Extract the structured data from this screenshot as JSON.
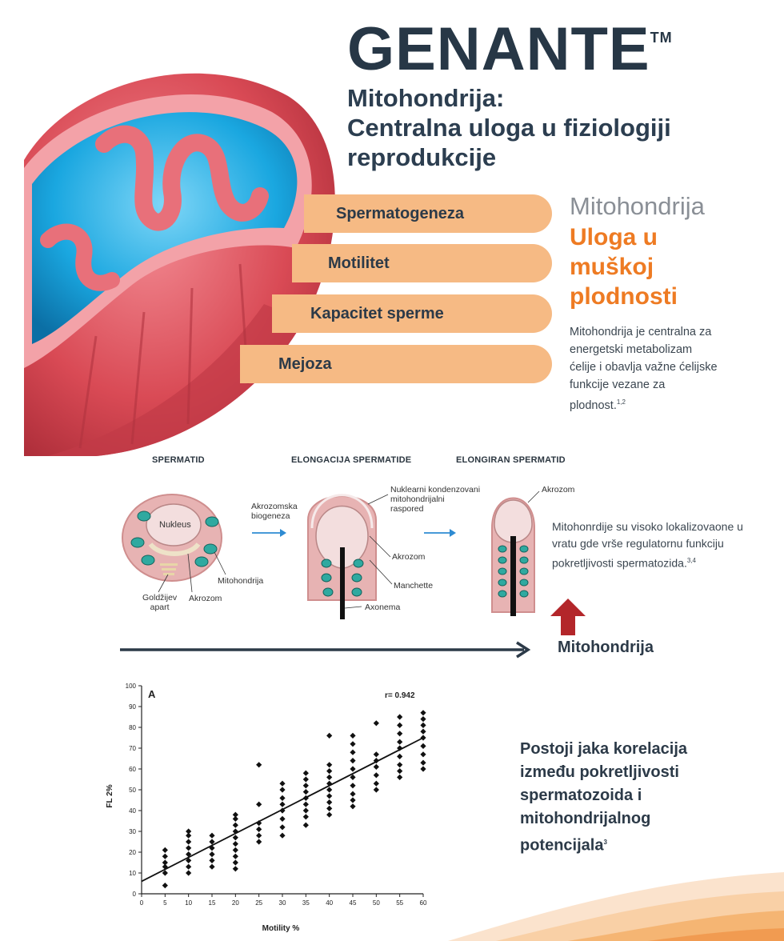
{
  "header": {
    "brand": "GENANTE",
    "trademark": "TM",
    "headline_lines": [
      "Mitohondrija:",
      "Centralna uloga u fiziologiji",
      "reprodukcije"
    ]
  },
  "roles": [
    "Spermatogeneza",
    "Motilitet",
    "Kapacitet sperme",
    "Mejoza"
  ],
  "side_panel": {
    "subtitle": "Mitohondrija",
    "title_lines": [
      "Uloga u",
      "muškoj",
      "plodnosti"
    ],
    "body": "Mitohondrija je centralna za energetski metabolizam ćelije i obavlja važne ćelijske funkcije vezane za plodnost.",
    "body_ref": "1,2"
  },
  "diagram": {
    "stage_titles": [
      "SPERMATID",
      "ELONGACIJA SPERMATIDE",
      "ELONGIRAN SPERMATID"
    ],
    "labels": {
      "nucleus": "Nukleus",
      "golgi_1": "Goldžijev",
      "golgi_2": "apart",
      "acrosome": "Akrozom",
      "mito": "Mitohondrija",
      "biogenesis_1": "Akrozomska",
      "biogenesis_2": "biogeneza",
      "nuclear_1": "Nuklearni kondenzovani",
      "nuclear_2": "mitohondrijalni",
      "nuclear_3": "raspored",
      "acrosome_2": "Akrozom",
      "manchette": "Manchette",
      "axoneme": "Axonema",
      "acrosome_3": "Akrozom"
    },
    "note": "Mitohonrdije su visoko lokalizovaone u vratu gde vrše regulatornu funkciju pokretljivosti spermatozida.",
    "note_ref": "3,4",
    "arrow_label": "Mitohondrija"
  },
  "conclusion": {
    "text": "Postoji jaka korelacija između pokretljivosti spermatozoida i mitohondrijalnog potencijala",
    "ref": "3"
  },
  "colors": {
    "brand": "#273746",
    "accent_orange": "#ee7b23",
    "pill": "#f6ba84",
    "mito_red": "#d94a55",
    "mito_blue": "#1aa7e0",
    "arrow_red": "#b3262a"
  },
  "chart_data": {
    "type": "scatter",
    "panel_label": "A",
    "annotation": "r= 0.942",
    "xlabel": "Motility %",
    "ylabel": "FL 2%",
    "xlim": [
      0,
      60
    ],
    "ylim": [
      0,
      100
    ],
    "xticks": [
      0,
      5,
      10,
      15,
      20,
      25,
      30,
      35,
      40,
      45,
      50,
      55,
      60
    ],
    "yticks": [
      0,
      10,
      20,
      30,
      40,
      50,
      60,
      70,
      80,
      90,
      100
    ],
    "points": [
      [
        5,
        4
      ],
      [
        5,
        10
      ],
      [
        5,
        13
      ],
      [
        5,
        15
      ],
      [
        5,
        18
      ],
      [
        5,
        21
      ],
      [
        10,
        10
      ],
      [
        10,
        13
      ],
      [
        10,
        16
      ],
      [
        10,
        19
      ],
      [
        10,
        22
      ],
      [
        10,
        25
      ],
      [
        10,
        28
      ],
      [
        10,
        30
      ],
      [
        15,
        13
      ],
      [
        15,
        16
      ],
      [
        15,
        19
      ],
      [
        15,
        22
      ],
      [
        15,
        25
      ],
      [
        15,
        28
      ],
      [
        20,
        12
      ],
      [
        20,
        15
      ],
      [
        20,
        18
      ],
      [
        20,
        21
      ],
      [
        20,
        24
      ],
      [
        20,
        27
      ],
      [
        20,
        30
      ],
      [
        20,
        33
      ],
      [
        20,
        36
      ],
      [
        20,
        38
      ],
      [
        25,
        25
      ],
      [
        25,
        28
      ],
      [
        25,
        31
      ],
      [
        25,
        34
      ],
      [
        25,
        43
      ],
      [
        25,
        62
      ],
      [
        30,
        28
      ],
      [
        30,
        32
      ],
      [
        30,
        36
      ],
      [
        30,
        40
      ],
      [
        30,
        43
      ],
      [
        30,
        46
      ],
      [
        30,
        50
      ],
      [
        30,
        53
      ],
      [
        35,
        33
      ],
      [
        35,
        37
      ],
      [
        35,
        40
      ],
      [
        35,
        43
      ],
      [
        35,
        46
      ],
      [
        35,
        49
      ],
      [
        35,
        52
      ],
      [
        35,
        55
      ],
      [
        35,
        58
      ],
      [
        40,
        38
      ],
      [
        40,
        41
      ],
      [
        40,
        44
      ],
      [
        40,
        47
      ],
      [
        40,
        50
      ],
      [
        40,
        53
      ],
      [
        40,
        56
      ],
      [
        40,
        59
      ],
      [
        40,
        62
      ],
      [
        40,
        76
      ],
      [
        45,
        42
      ],
      [
        45,
        45
      ],
      [
        45,
        48
      ],
      [
        45,
        52
      ],
      [
        45,
        56
      ],
      [
        45,
        60
      ],
      [
        45,
        64
      ],
      [
        45,
        68
      ],
      [
        45,
        72
      ],
      [
        45,
        76
      ],
      [
        50,
        50
      ],
      [
        50,
        53
      ],
      [
        50,
        57
      ],
      [
        50,
        61
      ],
      [
        50,
        64
      ],
      [
        50,
        67
      ],
      [
        50,
        82
      ],
      [
        55,
        56
      ],
      [
        55,
        59
      ],
      [
        55,
        62
      ],
      [
        55,
        66
      ],
      [
        55,
        70
      ],
      [
        55,
        73
      ],
      [
        55,
        77
      ],
      [
        55,
        81
      ],
      [
        55,
        85
      ],
      [
        60,
        60
      ],
      [
        60,
        63
      ],
      [
        60,
        67
      ],
      [
        60,
        71
      ],
      [
        60,
        75
      ],
      [
        60,
        78
      ],
      [
        60,
        81
      ],
      [
        60,
        84
      ],
      [
        60,
        87
      ]
    ],
    "trendline": [
      [
        0,
        6
      ],
      [
        60,
        75
      ]
    ],
    "grid": false
  }
}
